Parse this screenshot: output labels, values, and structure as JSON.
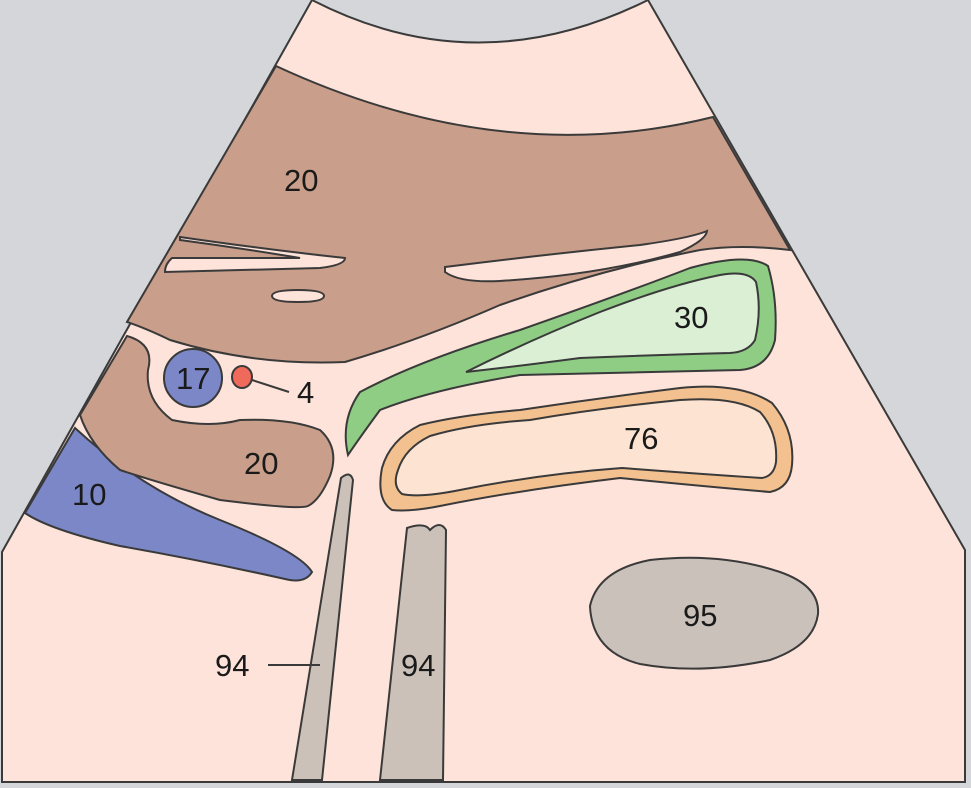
{
  "colors": {
    "background": "#d4d6d9",
    "fan": "#fde3d9",
    "muscle": "#c99e8a",
    "vein": "#7b87c6",
    "artery": "#ef6a5a",
    "gland_outer": "#8fcd85",
    "gland_inner": "#dbefd5",
    "duct_outer": "#f3c08f",
    "duct_inner": "#fce3d2",
    "needle": "#cbc1b9",
    "node": "#c9c1ba"
  },
  "labels": {
    "muscle_top": "20",
    "gland": "30",
    "vein_small": "17",
    "artery_small": "4",
    "duct": "76",
    "muscle_mid": "20",
    "vein_large": "10",
    "node": "95",
    "shadow_left": "94",
    "shadow_right": "94"
  }
}
